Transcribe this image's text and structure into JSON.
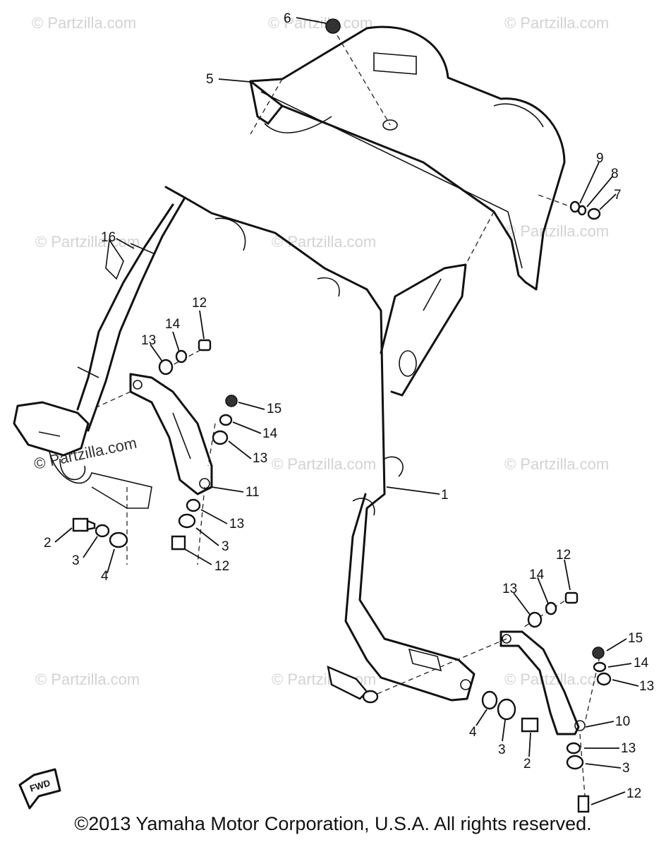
{
  "watermarks": [
    "© Partzilla.com",
    "© Partzilla.com",
    "© Partzilla.com",
    "© Partzilla.com",
    "© Partzilla.com",
    "© Partzilla.com",
    "© Partzilla.com",
    "© Partzilla.com",
    "© Partzilla.com",
    "© Partzilla.com",
    "© Partzilla.com",
    "© Partzilla.com"
  ],
  "callouts": [
    "6",
    "5",
    "9",
    "8",
    "7",
    "16",
    "12",
    "14",
    "13",
    "15",
    "14",
    "13",
    "11",
    "13",
    "3",
    "12",
    "2",
    "3",
    "4",
    "1",
    "12",
    "14",
    "13",
    "15",
    "14",
    "13",
    "10",
    "13",
    "3",
    "12",
    "4",
    "3",
    "2"
  ],
  "forward_label": "FWD",
  "copyright": "©2013 Yamaha Motor Corporation, U.S.A. All rights reserved."
}
